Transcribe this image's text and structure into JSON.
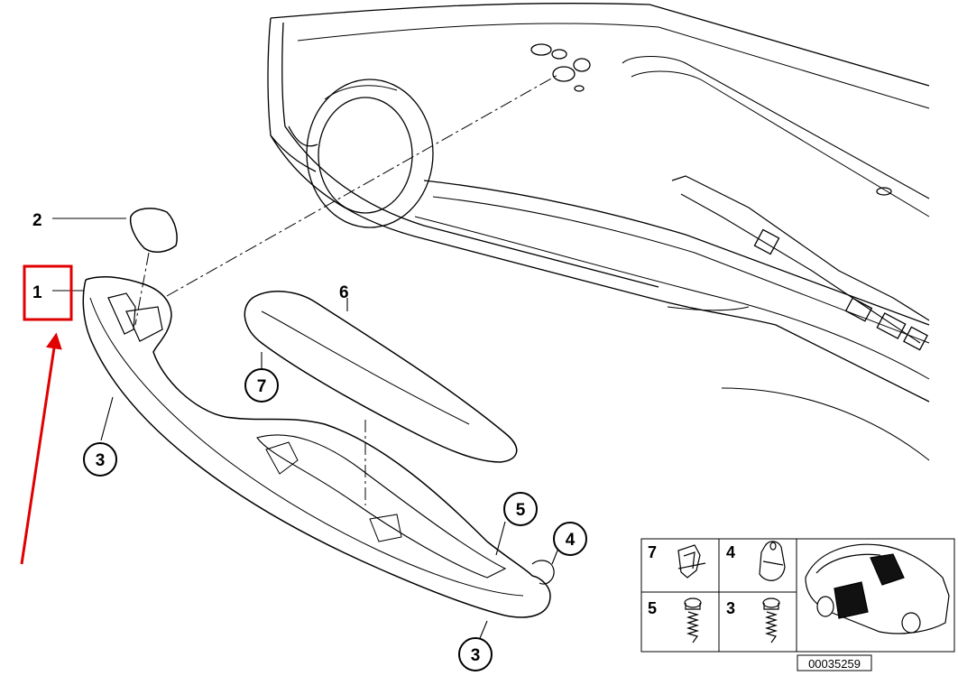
{
  "diagram": {
    "callouts": [
      {
        "id": "1",
        "text": "1",
        "circled": false,
        "highlighted": true
      },
      {
        "id": "2",
        "text": "2",
        "circled": false
      },
      {
        "id": "6",
        "text": "6",
        "circled": false
      },
      {
        "id": "7",
        "text": "7",
        "circled": true
      },
      {
        "id": "3a",
        "text": "3",
        "circled": true
      },
      {
        "id": "5",
        "text": "5",
        "circled": true
      },
      {
        "id": "4",
        "text": "4",
        "circled": true
      },
      {
        "id": "3b",
        "text": "3",
        "circled": true
      }
    ],
    "legend_items": [
      {
        "id": "7",
        "text": "7"
      },
      {
        "id": "4",
        "text": "4"
      },
      {
        "id": "5",
        "text": "5"
      },
      {
        "id": "3",
        "text": "3"
      }
    ],
    "reference_number": "00035259",
    "colors": {
      "line": "#000000",
      "highlight_box": "#e00000",
      "arrow": "#e00000",
      "car_window_fill": "#111111"
    },
    "icons": [
      "red-arrow",
      "highlight-box",
      "car-thumbnail-icon",
      "clip-icon",
      "grommet-icon",
      "screw-icon"
    ]
  }
}
